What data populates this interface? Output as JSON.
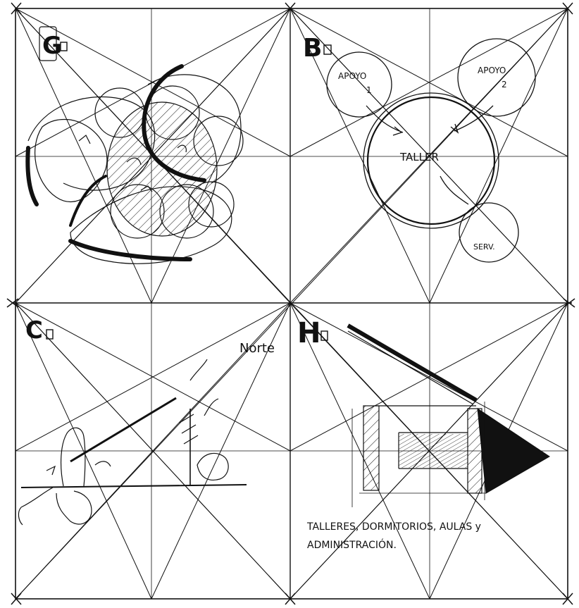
{
  "panels": {
    "top_left": {
      "tag": "G"
    },
    "top_right": {
      "tag": "B",
      "labels": {
        "apoyo1": "APOYO",
        "apoyo1_num": "1",
        "apoyo2": "APOYO",
        "apoyo2_num": "2",
        "taller": "TALLER",
        "serv": "SERV."
      }
    },
    "bottom_left": {
      "tag": "C",
      "north": "Norte"
    },
    "bottom_right": {
      "tag": "H",
      "caption_line1": "TALLERES, DORMITORIOS, AULAS y",
      "caption_line2": "ADMINISTRACIÓN."
    }
  },
  "colors": {
    "ink": "#111111",
    "paper": "#ffffff"
  }
}
